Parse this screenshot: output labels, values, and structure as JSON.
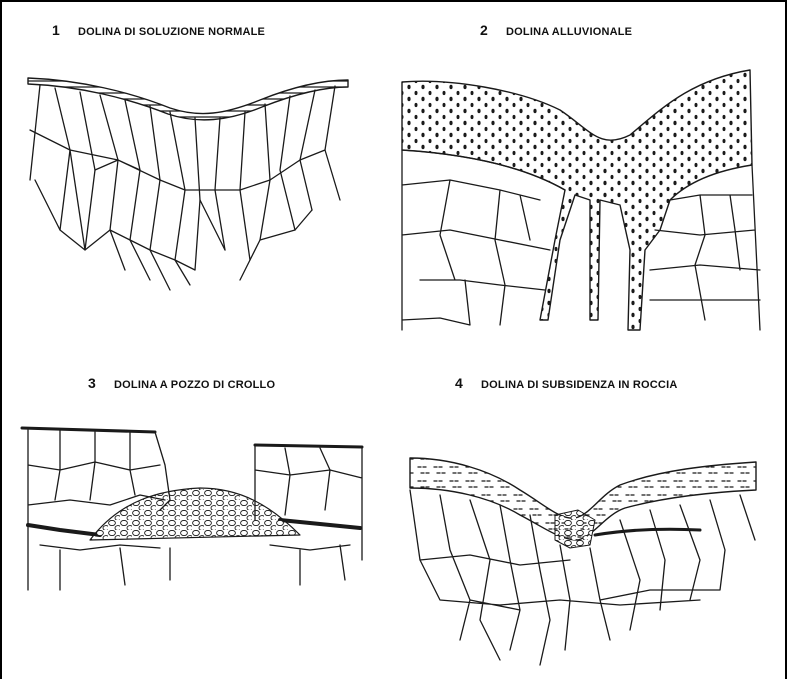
{
  "panels": [
    {
      "number": "1",
      "title": "DOLINA DI SOLUZIONE NORMALE"
    },
    {
      "number": "2",
      "title": "DOLINA ALLUVIONALE"
    },
    {
      "number": "3",
      "title": "DOLINA A POZZO DI CROLLO"
    },
    {
      "number": "4",
      "title": "DOLINA DI SUBSIDENZA IN ROCCIA"
    }
  ],
  "colors": {
    "ink": "#1a1a1a",
    "paper": "#ffffff"
  }
}
